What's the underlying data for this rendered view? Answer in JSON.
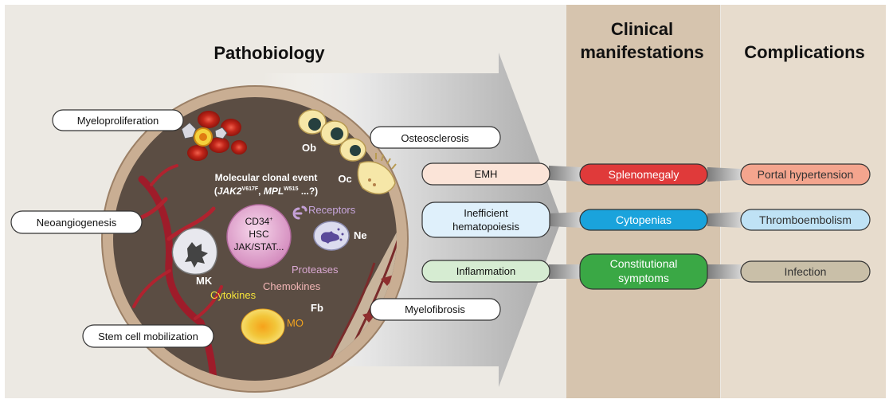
{
  "headers": {
    "pathobiology": "Pathobiology",
    "clinical_line1": "Clinical",
    "clinical_line2": "manifestations",
    "complications": "Complications"
  },
  "callouts": {
    "myeloproliferation": "Myeloproliferation",
    "neoangiogenesis": "Neoangiogenesis",
    "stem_cell_mobilization": "Stem cell mobilization",
    "osteosclerosis": "Osteosclerosis",
    "myelofibrosis": "Myelofibrosis"
  },
  "marrow": {
    "event_line1": "Molecular clonal event",
    "event_jak2": "JAK2",
    "event_jak2_sup": "V617F",
    "event_mpl": "MPL",
    "event_mpl_sup": "W515",
    "event_tail": "...?)",
    "hsc_line1": "CD34",
    "hsc_line1_sup": "+",
    "hsc_line2": "HSC",
    "hsc_line3": "JAK/STAT...",
    "receptors": "Receptors",
    "ne": "Ne",
    "proteases": "Proteases",
    "chemokines": "Chemokines",
    "cytokines": "Cytokines",
    "mk": "MK",
    "mo": "MO",
    "fb": "Fb",
    "ob": "Ob",
    "oc": "Oc"
  },
  "mechanisms": [
    {
      "label": "EMH"
    },
    {
      "label_line1": "Inefficient",
      "label_line2": "hematopoiesis"
    },
    {
      "label": "Inflammation"
    }
  ],
  "clinical": [
    {
      "label": "Splenomegaly",
      "color": "#e03a3a"
    },
    {
      "label": "Cytopenias",
      "color": "#1aa3dc"
    },
    {
      "label_line1": "Constitutional",
      "label_line2": "symptoms",
      "color": "#3aa845"
    }
  ],
  "complications": [
    {
      "label": "Portal hypertension",
      "color": "#f4a58e"
    },
    {
      "label": "Thromboembolism",
      "color": "#bfe2f5"
    },
    {
      "label": "Infection",
      "color": "#c9bfa8"
    }
  ],
  "colors": {
    "panel": "#ece9e3",
    "clinical_column": "#d6c4ae",
    "complications_column": "#e7dccd",
    "marrow_fill": "#5b4d43",
    "bone_ring": "#c9ae93"
  }
}
